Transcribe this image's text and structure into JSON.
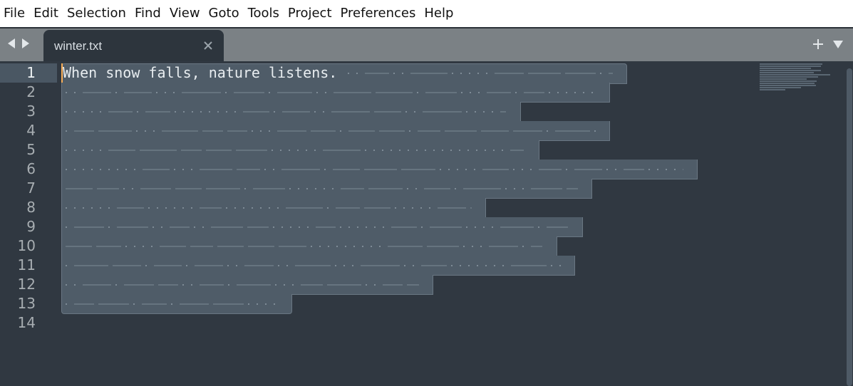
{
  "menubar": {
    "items": [
      "File",
      "Edit",
      "Selection",
      "Find",
      "View",
      "Goto",
      "Tools",
      "Project",
      "Preferences",
      "Help"
    ]
  },
  "tabs": [
    {
      "label": "winter.txt",
      "active": true
    }
  ],
  "icons": {
    "nav_back": "chevron-left-icon",
    "nav_forward": "chevron-right-icon",
    "tab_close": "close-icon",
    "new_tab": "plus-icon",
    "tab_list": "chevron-down-icon"
  },
  "editor": {
    "line_numbers": [
      "1",
      "2",
      "3",
      "4",
      "5",
      "6",
      "7",
      "8",
      "9",
      "10",
      "11",
      "12",
      "13",
      "14"
    ],
    "lines": [
      "When snow falls, nature listens."
    ],
    "current_line": 1
  },
  "colors": {
    "background": "#303841",
    "selection": "#4f5c68",
    "caret": "#f9ae58",
    "tab_active": "#2d353d"
  }
}
